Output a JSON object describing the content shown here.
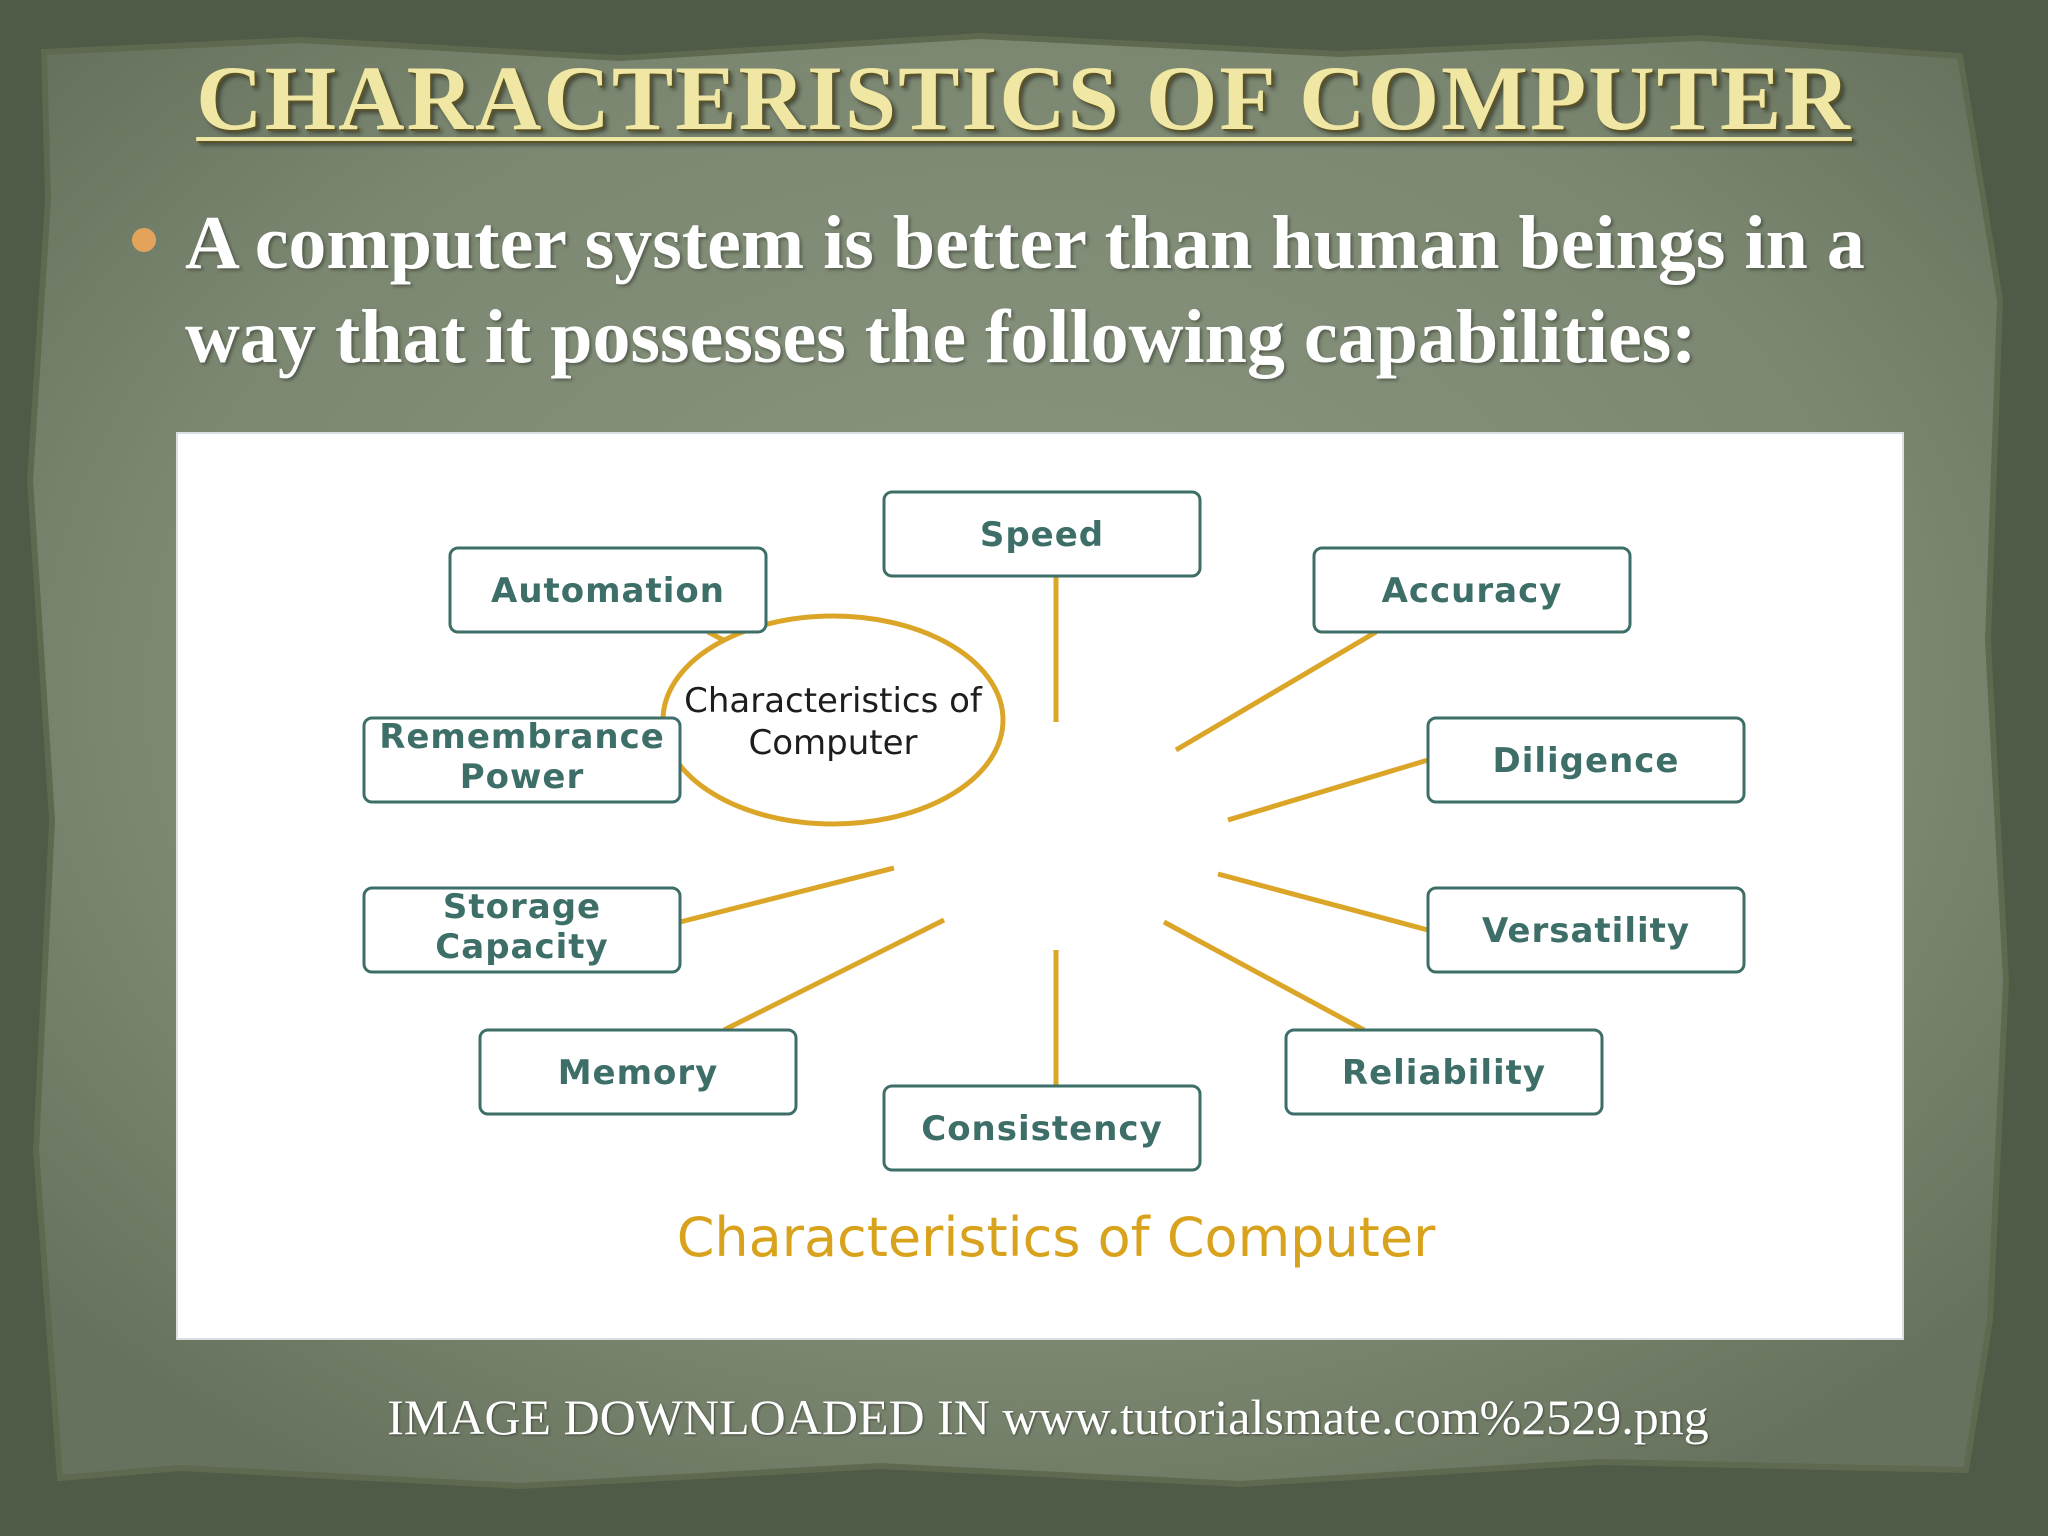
{
  "slide": {
    "title": "CHARACTERISTICS  OF  COMPUTER",
    "bullet": "A computer system is better than human beings in a way that it possesses the following capabilities:",
    "source_note": "IMAGE DOWNLOADED IN www.tutorialsmate.com%2529.png"
  },
  "diagram": {
    "center": [
      "Characteristics of",
      "Computer"
    ],
    "caption": "Characteristics of Computer",
    "nodes": [
      {
        "key": "speed",
        "lines": [
          "Speed"
        ]
      },
      {
        "key": "accuracy",
        "lines": [
          "Accuracy"
        ]
      },
      {
        "key": "diligence",
        "lines": [
          "Diligence"
        ]
      },
      {
        "key": "versatility",
        "lines": [
          "Versatility"
        ]
      },
      {
        "key": "reliability",
        "lines": [
          "Reliability"
        ]
      },
      {
        "key": "consistency",
        "lines": [
          "Consistency"
        ]
      },
      {
        "key": "memory",
        "lines": [
          "Memory"
        ]
      },
      {
        "key": "storage-capacity",
        "lines": [
          "Storage",
          "Capacity"
        ]
      },
      {
        "key": "remembrance-power",
        "lines": [
          "Remembrance",
          "Power"
        ]
      },
      {
        "key": "automation",
        "lines": [
          "Automation"
        ]
      }
    ]
  },
  "colors": {
    "frame": "#4f5a47",
    "slide_bg": "#7d8973",
    "title": "#efe7a3",
    "bullet_dot": "#e4a35a",
    "spokes": "#dba528",
    "node_border": "#3d6e67",
    "caption": "#d8a21c"
  }
}
